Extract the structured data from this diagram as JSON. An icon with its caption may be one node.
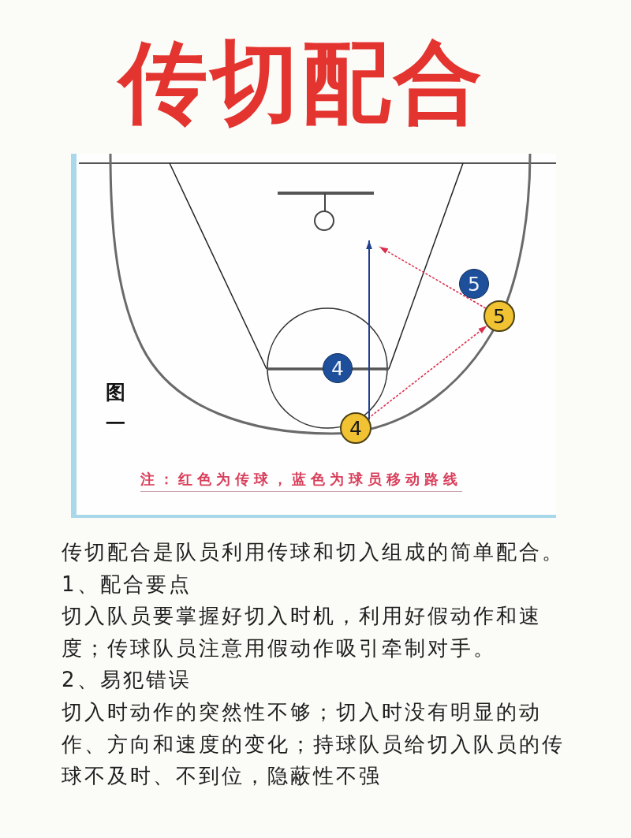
{
  "diagram": {
    "title": "传切配合",
    "nodes": [
      {
        "text": [
          "5"
        ]
      },
      {
        "text": [
          "5"
        ]
      },
      {
        "text": [
          "4"
        ]
      },
      {
        "text": [
          "4"
        ]
      }
    ],
    "edges": [
      {
        "from": 3,
        "to": 1,
        "arrow": "to",
        "style": "dashed",
        "color": "#dc2f4e"
      },
      {
        "from": 3,
        "to": null,
        "arrow": "to",
        "color": "#1f3f8f"
      },
      {
        "from": 1,
        "to": null,
        "arrow": "to",
        "style": "dashed",
        "color": "#dc2f4e"
      }
    ],
    "labels": [
      "图一",
      "注：红色为传球，蓝色为球员移动路线",
      "传切配合是队员利用传球和切入组成的简单配合。",
      "1、配合要点",
      "切入队员要掌握好切入时机，利用好假动作和速度；传球队员注意用假动作吸引牵制对手。",
      "2、易犯错误",
      "切入时动作的突然性不够；切入时没有明显的动作、方向和速度的变化；持球队员给切入队员的传球不及时、不到位，隐蔽性不强"
    ]
  }
}
